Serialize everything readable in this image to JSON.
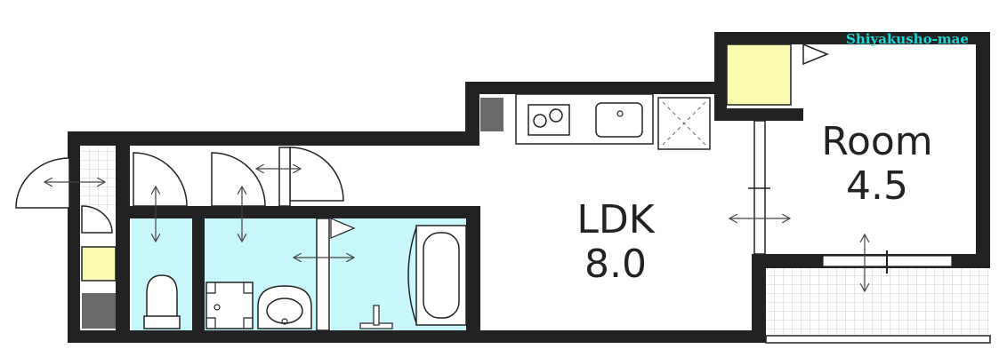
{
  "watermark": "Shiyakusho-mae",
  "rooms": {
    "ldk": {
      "name": "LDK",
      "size": "8.0"
    },
    "room": {
      "name": "Room",
      "size": "4.5"
    }
  },
  "colors": {
    "wall": "#222222",
    "wet_area": "#c8f7fb",
    "closet": "#fafab0",
    "pillar": "#6a6a6a",
    "tile": "#d8d8d8",
    "watermark": "#19d6d6"
  },
  "icons": [
    "stove-icon",
    "sink-icon",
    "fridge-space-icon",
    "toilet-icon",
    "washbasin-icon",
    "bathtub-icon",
    "faucet-icon",
    "washing-machine-icon",
    "door-arrow-icon"
  ]
}
